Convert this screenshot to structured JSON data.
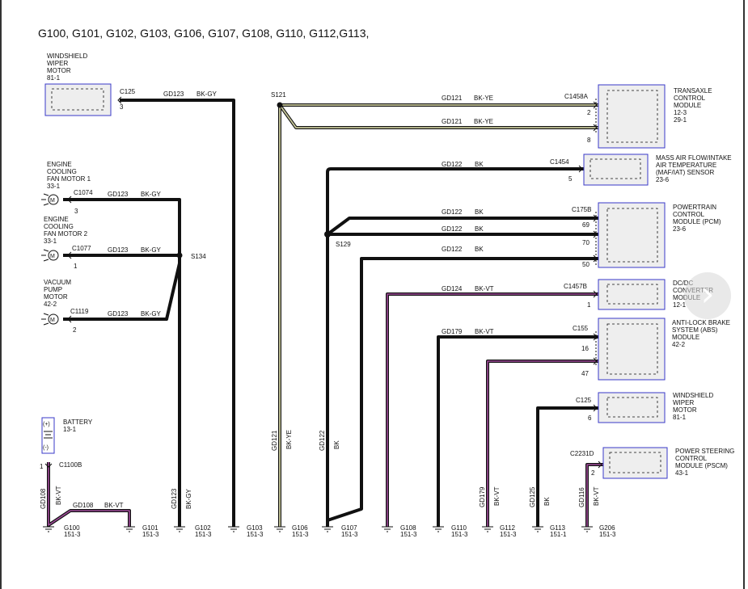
{
  "title": "G100, G101, G102, G103, G106, G107, G108, G110, G112,G113,",
  "colors": {
    "wire_black": "#111111",
    "wire_yellow": "#c8c89a",
    "wire_violet": "#a04a9a",
    "module_border": "#3838c8",
    "module_fill": "#eeeeee"
  },
  "modules_left": [
    {
      "lines": [
        "WINDSHIELD",
        "WIPER",
        "MOTOR",
        "81-1"
      ]
    },
    {
      "lines": [
        "ENGINE",
        "COOLING",
        "FAN MOTOR 1",
        "33-1"
      ]
    },
    {
      "lines": [
        "ENGINE",
        "COOLING",
        "FAN MOTOR 2",
        "33-1"
      ]
    },
    {
      "lines": [
        "VACUUM",
        "PUMP",
        "MOTOR",
        "42-2"
      ]
    },
    {
      "lines": [
        "BATTERY",
        "13-1"
      ]
    }
  ],
  "modules_right": [
    {
      "lines": [
        "TRANSAXLE",
        "CONTROL",
        "MODULE",
        "12-3",
        "29-1"
      ]
    },
    {
      "lines": [
        "MASS AIR FLOW/INTAKE",
        "AIR TEMPERATURE",
        "(MAF/IAT) SENSOR",
        "23-6"
      ]
    },
    {
      "lines": [
        "POWERTRAIN",
        "CONTROL",
        "MODULE (PCM)",
        "23-6"
      ]
    },
    {
      "lines": [
        "DC/DC",
        "CONVERTER",
        "MODULE",
        "12-1"
      ]
    },
    {
      "lines": [
        "ANTI-LOCK BRAKE",
        "SYSTEM (ABS)",
        "MODULE",
        "42-2"
      ]
    },
    {
      "lines": [
        "WINDSHIELD",
        "WIPER",
        "MOTOR",
        "81-1"
      ]
    },
    {
      "lines": [
        "POWER STEERING",
        "CONTROL",
        "MODULE (PSCM)",
        "43-1"
      ]
    }
  ],
  "connectors": [
    {
      "name": "C125",
      "pin": "3"
    },
    {
      "name": "C1074",
      "pin": "3"
    },
    {
      "name": "C1077",
      "pin": "1"
    },
    {
      "name": "C1119",
      "pin": "2"
    },
    {
      "name": "C1100B",
      "pin": "1"
    },
    {
      "name": "C1458A",
      "pins": [
        "2",
        "8"
      ]
    },
    {
      "name": "C1454",
      "pin": "5"
    },
    {
      "name": "C175B",
      "pins": [
        "69",
        "70",
        "50"
      ]
    },
    {
      "name": "C1457B",
      "pin": "1"
    },
    {
      "name": "C155",
      "pins": [
        "16",
        "47"
      ]
    },
    {
      "name": "C125",
      "pin": "6"
    },
    {
      "name": "C2231D",
      "pin": "2"
    }
  ],
  "splices": [
    "S121",
    "S134",
    "S129"
  ],
  "wire_labels": [
    {
      "circuit": "GD123",
      "color": "BK-GY"
    },
    {
      "circuit": "GD121",
      "color": "BK-YE"
    },
    {
      "circuit": "GD122",
      "color": "BK"
    },
    {
      "circuit": "GD124",
      "color": "BK-VT"
    },
    {
      "circuit": "GD179",
      "color": "BK-VT"
    },
    {
      "circuit": "GD108",
      "color": "BK-VT"
    },
    {
      "circuit": "GD125",
      "color": "BK"
    },
    {
      "circuit": "GD116",
      "color": "BK-VT"
    }
  ],
  "grounds": [
    {
      "name": "G100",
      "ref": "151-3"
    },
    {
      "name": "G101",
      "ref": "151-3"
    },
    {
      "name": "G102",
      "ref": "151-3"
    },
    {
      "name": "G103",
      "ref": "151-3"
    },
    {
      "name": "G106",
      "ref": "151-3"
    },
    {
      "name": "G107",
      "ref": "151-3"
    },
    {
      "name": "G108",
      "ref": "151-3"
    },
    {
      "name": "G110",
      "ref": "151-3"
    },
    {
      "name": "G112",
      "ref": "151-3"
    },
    {
      "name": "G113",
      "ref": "151-1"
    },
    {
      "name": "G206",
      "ref": "151-3"
    }
  ],
  "battery_symbols": {
    "plus": "(+)",
    "minus": "(-)"
  },
  "nav_arrow": "›"
}
